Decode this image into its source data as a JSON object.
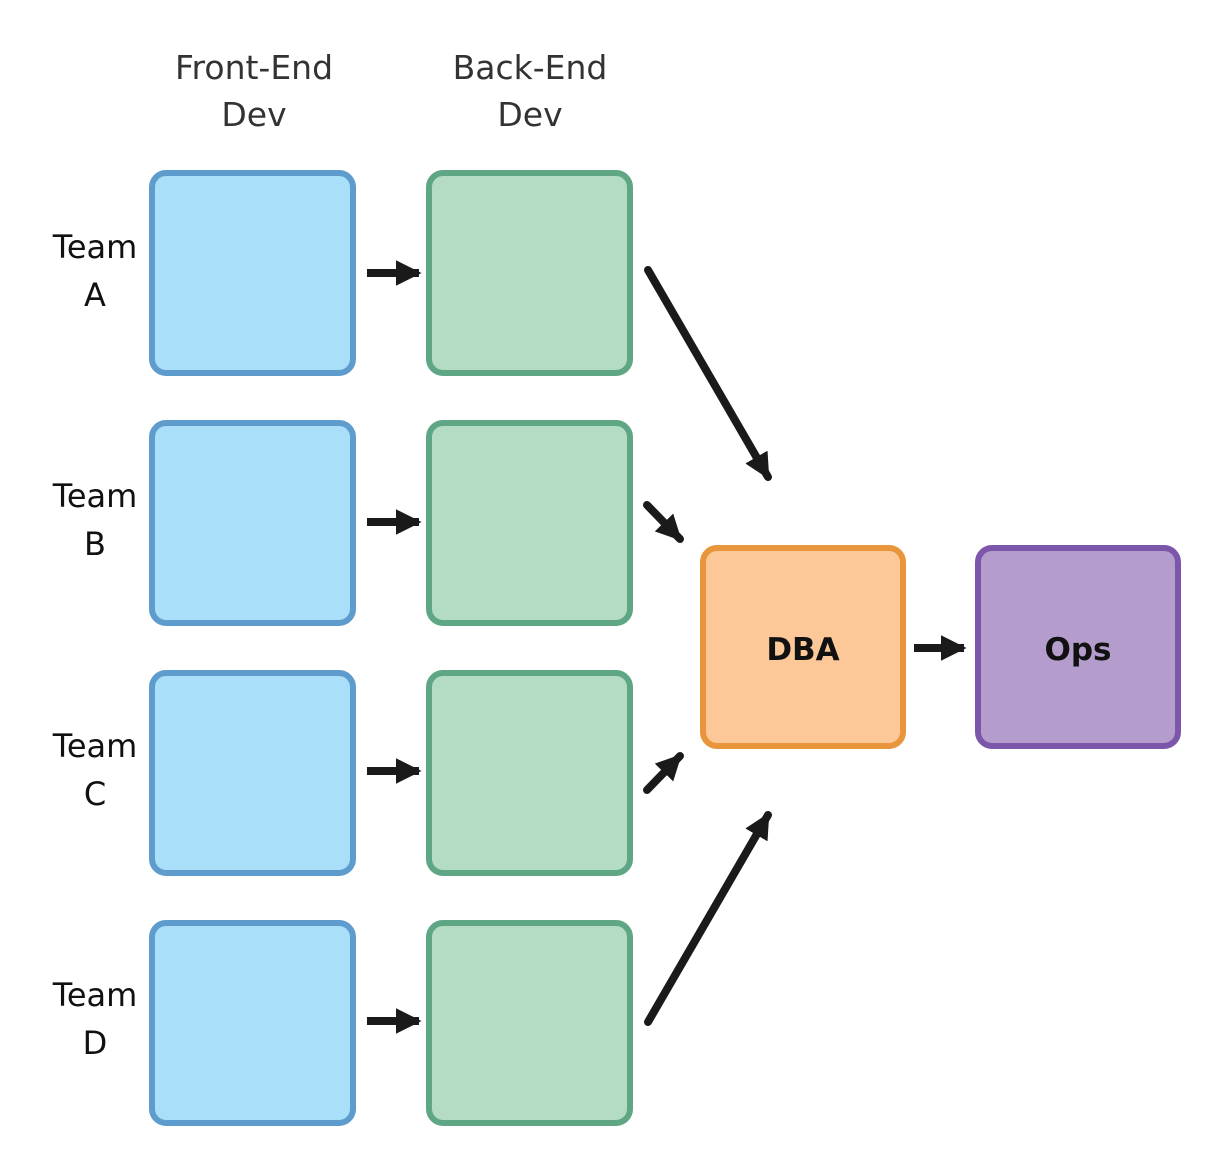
{
  "columns": {
    "front_end": [
      "Front-End",
      "Dev"
    ],
    "back_end": [
      "Back-End",
      "Dev"
    ]
  },
  "teams": [
    {
      "label": [
        "Team",
        "A"
      ]
    },
    {
      "label": [
        "Team",
        "B"
      ]
    },
    {
      "label": [
        "Team",
        "C"
      ]
    },
    {
      "label": [
        "Team",
        "D"
      ]
    }
  ],
  "nodes": {
    "dba": "DBA",
    "ops": "Ops"
  },
  "colors": {
    "front_end_fill": "#a9dff8",
    "front_end_stroke": "#5e9cce",
    "back_end_fill": "#b3dcc3",
    "back_end_stroke": "#5fa684",
    "dba_fill": "#fcc898",
    "dba_stroke": "#e8953c",
    "ops_fill": "#b49ccc",
    "ops_stroke": "#7b56aa",
    "arrow": "#1a1a1a"
  }
}
